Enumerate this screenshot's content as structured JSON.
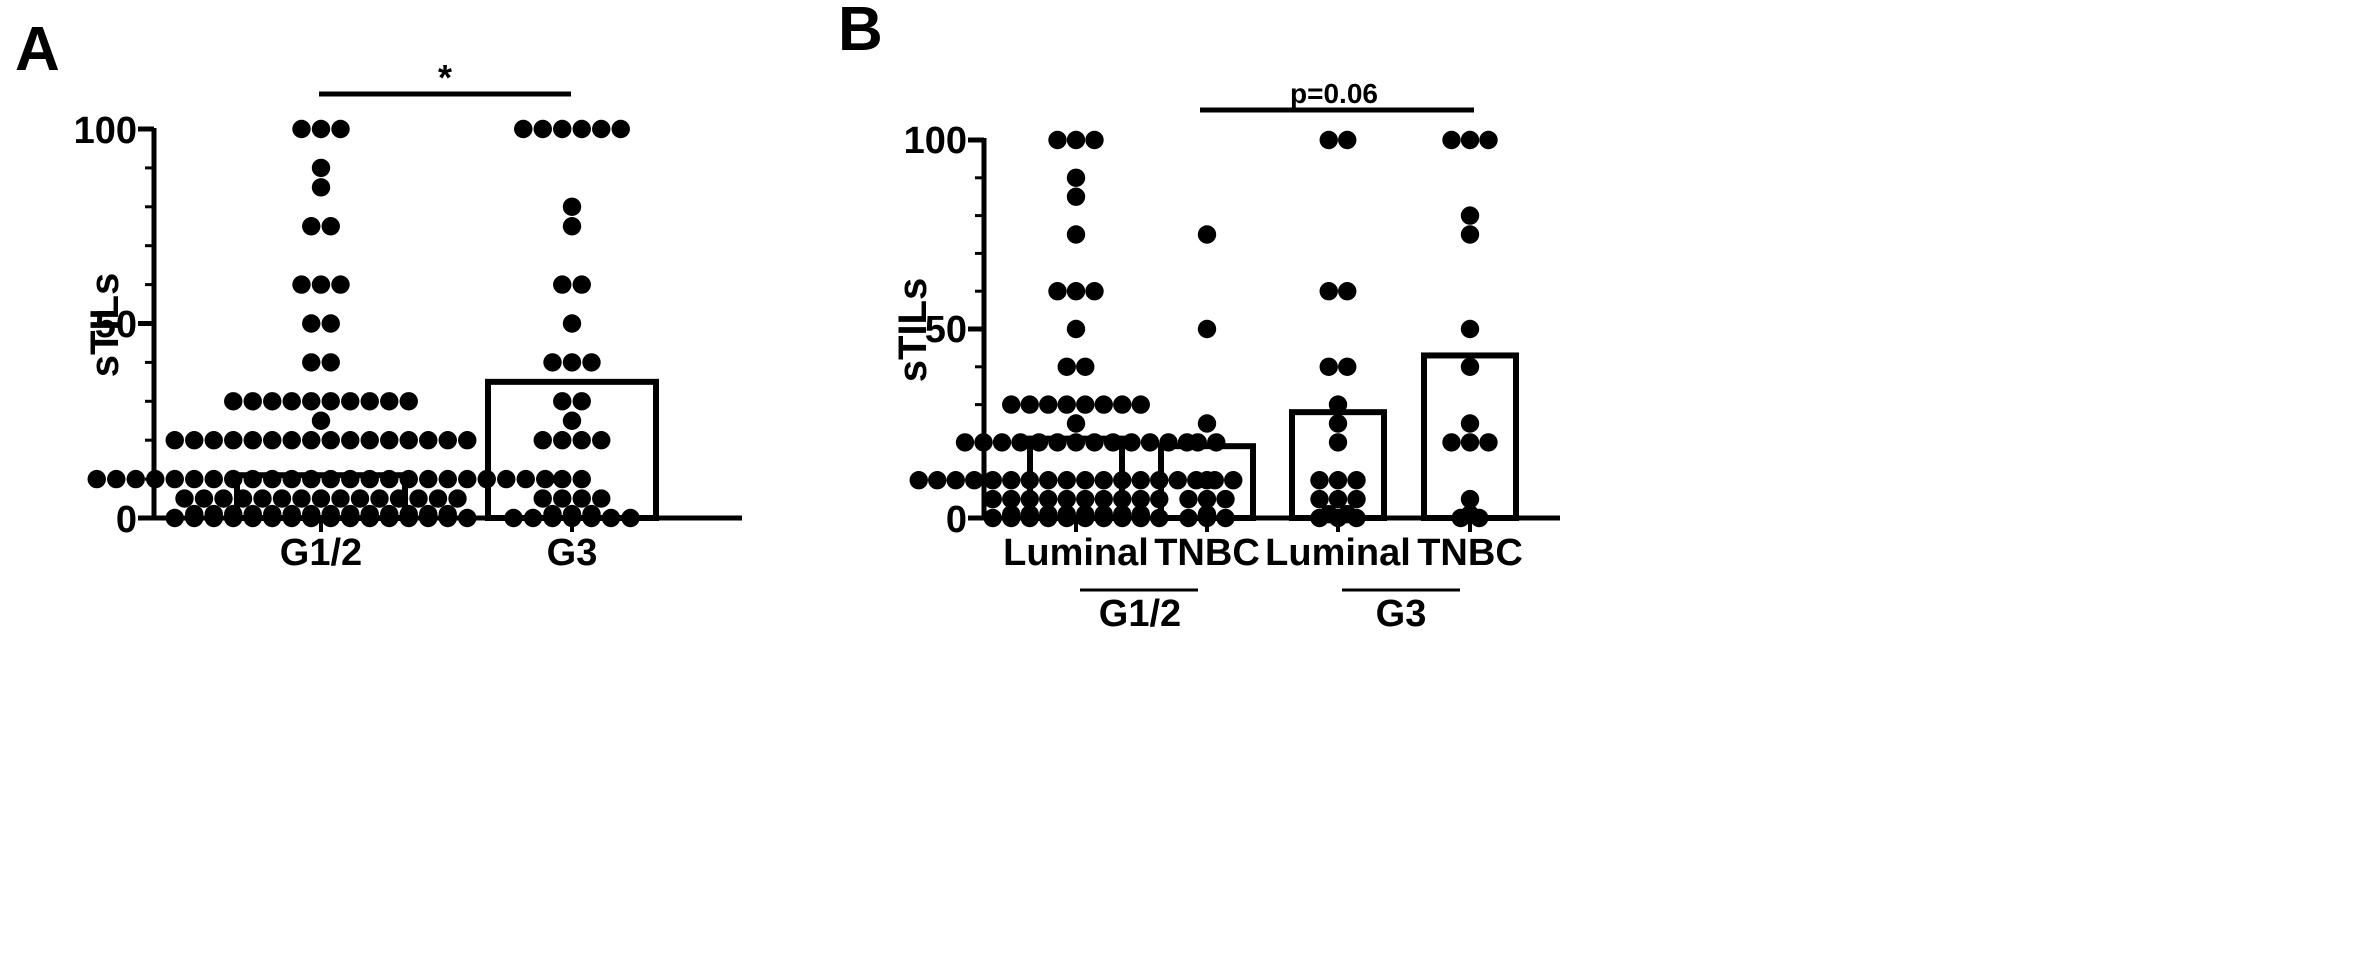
{
  "panels": [
    {
      "letter": "A",
      "chart_data": {
        "type": "scatter",
        "ylabel": "sTILs",
        "ylim": [
          0,
          100
        ],
        "yticks": [
          "0",
          "50",
          "100"
        ],
        "categories": [
          "G1/2",
          "G3"
        ],
        "bar_means": [
          11,
          35
        ],
        "groups": [
          {
            "name": "G1/2",
            "values": [
              100,
              100,
              100,
              90,
              85,
              75,
              75,
              60,
              60,
              60,
              50,
              50,
              40,
              40,
              30,
              30,
              30,
              30,
              30,
              30,
              30,
              30,
              30,
              30,
              25,
              20,
              20,
              20,
              20,
              20,
              20,
              20,
              20,
              20,
              20,
              20,
              20,
              20,
              20,
              20,
              20,
              10,
              10,
              10,
              10,
              10,
              10,
              10,
              10,
              10,
              10,
              10,
              10,
              10,
              10,
              10,
              10,
              10,
              10,
              10,
              10,
              10,
              10,
              10,
              10,
              5,
              5,
              5,
              5,
              5,
              5,
              5,
              5,
              5,
              5,
              5,
              5,
              5,
              5,
              5,
              1,
              1,
              1,
              1,
              1,
              1,
              1,
              1,
              1,
              1,
              1,
              1,
              1,
              1,
              0,
              0,
              0,
              0,
              0,
              0,
              0,
              0,
              0,
              0,
              0,
              0,
              0,
              0,
              0,
              0
            ]
          },
          {
            "name": "G3",
            "values": [
              100,
              100,
              100,
              100,
              100,
              100,
              80,
              75,
              60,
              60,
              50,
              40,
              40,
              40,
              30,
              30,
              25,
              20,
              20,
              20,
              20,
              10,
              10,
              5,
              5,
              5,
              5,
              1,
              1,
              1,
              0,
              0,
              0,
              0,
              0,
              0,
              0
            ]
          }
        ],
        "significance": [
          {
            "from": "G1/2",
            "to": "G3",
            "label": "*"
          }
        ]
      }
    },
    {
      "letter": "B",
      "chart_data": {
        "type": "scatter",
        "ylabel": "sTILs",
        "ylim": [
          0,
          100
        ],
        "yticks": [
          "0",
          "50",
          "100"
        ],
        "categories": [
          "Luminal",
          "TNBC",
          "Luminal",
          "TNBC"
        ],
        "bar_means": [
          21,
          19,
          28,
          43
        ],
        "group_labels": [
          {
            "label": "G1/2",
            "span": [
              0,
              1
            ]
          },
          {
            "label": "G3",
            "span": [
              2,
              3
            ]
          }
        ],
        "groups": [
          {
            "name": "Luminal (G1/2)",
            "values": [
              100,
              100,
              100,
              90,
              85,
              75,
              60,
              60,
              60,
              50,
              40,
              40,
              30,
              30,
              30,
              30,
              30,
              30,
              30,
              30,
              25,
              20,
              20,
              20,
              20,
              20,
              20,
              20,
              20,
              20,
              20,
              20,
              20,
              20,
              10,
              10,
              10,
              10,
              10,
              10,
              10,
              10,
              10,
              10,
              10,
              10,
              10,
              10,
              10,
              10,
              10,
              10,
              5,
              5,
              5,
              5,
              5,
              5,
              5,
              5,
              5,
              5,
              1,
              1,
              1,
              1,
              1,
              1,
              1,
              1,
              0,
              0,
              0,
              0,
              0,
              0,
              0,
              0,
              0,
              0
            ]
          },
          {
            "name": "TNBC (G1/2)",
            "values": [
              75,
              50,
              25,
              20,
              20,
              10,
              5,
              5,
              5,
              1,
              0,
              0,
              0
            ]
          },
          {
            "name": "Luminal (G3)",
            "values": [
              100,
              100,
              60,
              60,
              40,
              40,
              30,
              25,
              20,
              10,
              10,
              10,
              5,
              5,
              5,
              1,
              1,
              0,
              0,
              0
            ]
          },
          {
            "name": "TNBC (G3)",
            "values": [
              100,
              100,
              100,
              80,
              75,
              50,
              40,
              25,
              20,
              20,
              20,
              5,
              1,
              0,
              0
            ]
          }
        ],
        "significance": [
          {
            "from": 1,
            "to": 3,
            "label": "p=0.06"
          }
        ]
      }
    }
  ]
}
